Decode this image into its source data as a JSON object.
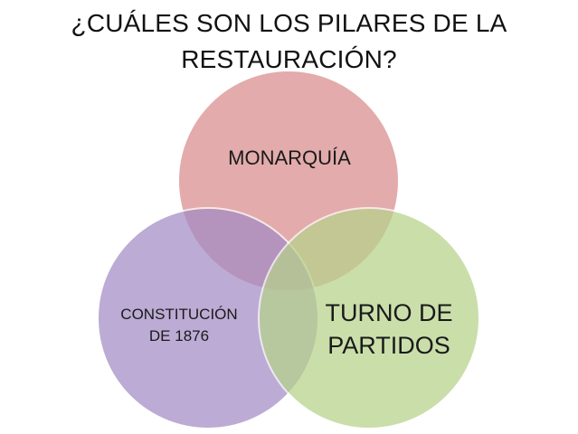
{
  "title": {
    "line1": "¿CUÁLES SON LOS PILARES DE LA",
    "line2": "RESTAURACIÓN?"
  },
  "circles": {
    "monarquia": {
      "label": "MONARQUÍA",
      "fill": "#d98b8b",
      "stroke": "#ffffff"
    },
    "constitucion": {
      "label_line1": "CONSTITUCIÓN",
      "label_line2": "DE 1876",
      "fill": "#a38bc4",
      "stroke": "#ffffff"
    },
    "turno": {
      "label_line1": "TURNO DE",
      "label_line2": "PARTIDOS",
      "fill": "#b6d28a",
      "stroke": "#ffffff"
    }
  }
}
